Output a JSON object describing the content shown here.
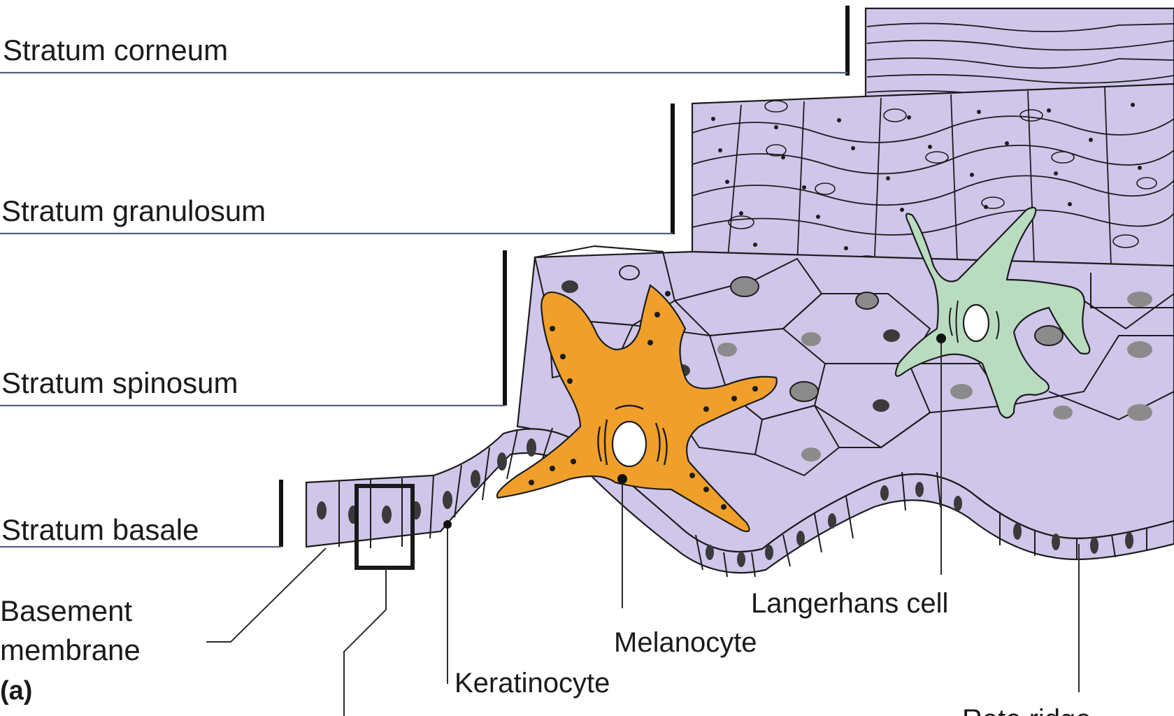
{
  "figure": {
    "panel_tag": "(a)",
    "colors": {
      "epidermis": "#cfc6ea",
      "melanocyte": "#f0a02a",
      "langerhans": "#b9dcc1",
      "outline": "#1c1c1c"
    }
  },
  "layers": [
    {
      "label": "Stratum corneum"
    },
    {
      "label": "Stratum granulosum"
    },
    {
      "label": "Stratum spinosum"
    },
    {
      "label": "Stratum basale"
    }
  ],
  "callouts": {
    "basement_line1": "Basement",
    "basement_line2": "membrane",
    "keratinocyte": "Keratinocyte",
    "melanocyte": "Melanocyte",
    "langerhans": "Langerhans cell",
    "rete_ridge": "Rete ridge"
  }
}
